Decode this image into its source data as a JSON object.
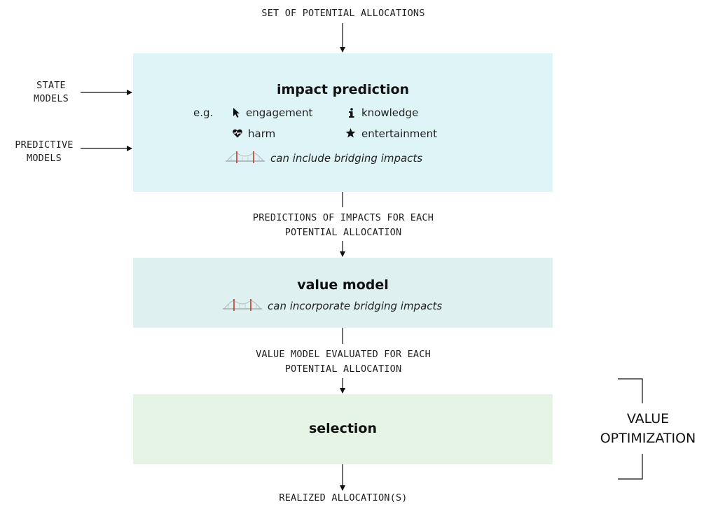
{
  "inputs": {
    "top": "SET OF POTENTIAL ALLOCATIONS",
    "state_models": [
      "STATE",
      "MODELS"
    ],
    "predictive_models": [
      "PREDICTIVE",
      "MODELS"
    ]
  },
  "impact_prediction": {
    "title": "impact prediction",
    "eg_label": "e.g.",
    "examples": [
      {
        "icon": "cursor-icon",
        "label": "engagement"
      },
      {
        "icon": "info-icon",
        "label": "knowledge"
      },
      {
        "icon": "heart-pulse-icon",
        "label": "harm"
      },
      {
        "icon": "star-icon",
        "label": "entertainment"
      }
    ],
    "note": "can include bridging impacts"
  },
  "edge_1": [
    "PREDICTIONS OF IMPACTS FOR EACH",
    "POTENTIAL ALLOCATION"
  ],
  "value_model": {
    "title": "value model",
    "note": "can incorporate bridging impacts"
  },
  "edge_2": [
    "VALUE MODEL EVALUATED FOR EACH",
    "POTENTIAL ALLOCATION"
  ],
  "selection": {
    "title": "selection"
  },
  "output": "REALIZED ALLOCATION(S)",
  "bracket_label": [
    "VALUE",
    "OPTIMIZATION"
  ],
  "colors": {
    "impact_box": "#dff4f7",
    "value_box": "#def0f0",
    "selection_box": "#e6f4e6",
    "bridge": "#c0392b"
  }
}
